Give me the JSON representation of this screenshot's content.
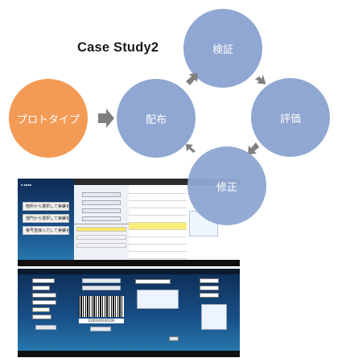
{
  "title": "Case Study2",
  "cycle": {
    "prototype": "プロトタイプ",
    "deploy": "配布",
    "verify": "検証",
    "evaluate": "評価",
    "fix": "修正"
  },
  "colors": {
    "circle_blue": "#8fa7d2",
    "circle_orange": "#f39a55",
    "arrow_gray": "#7f7f7f"
  },
  "screens": {
    "menu_buttons": [
      "箇所から選択して実績を登録>",
      "部門から選択して実績を登録>",
      "番号直接入力して実績を登録>"
    ],
    "barcode_number": "0100100100100"
  }
}
